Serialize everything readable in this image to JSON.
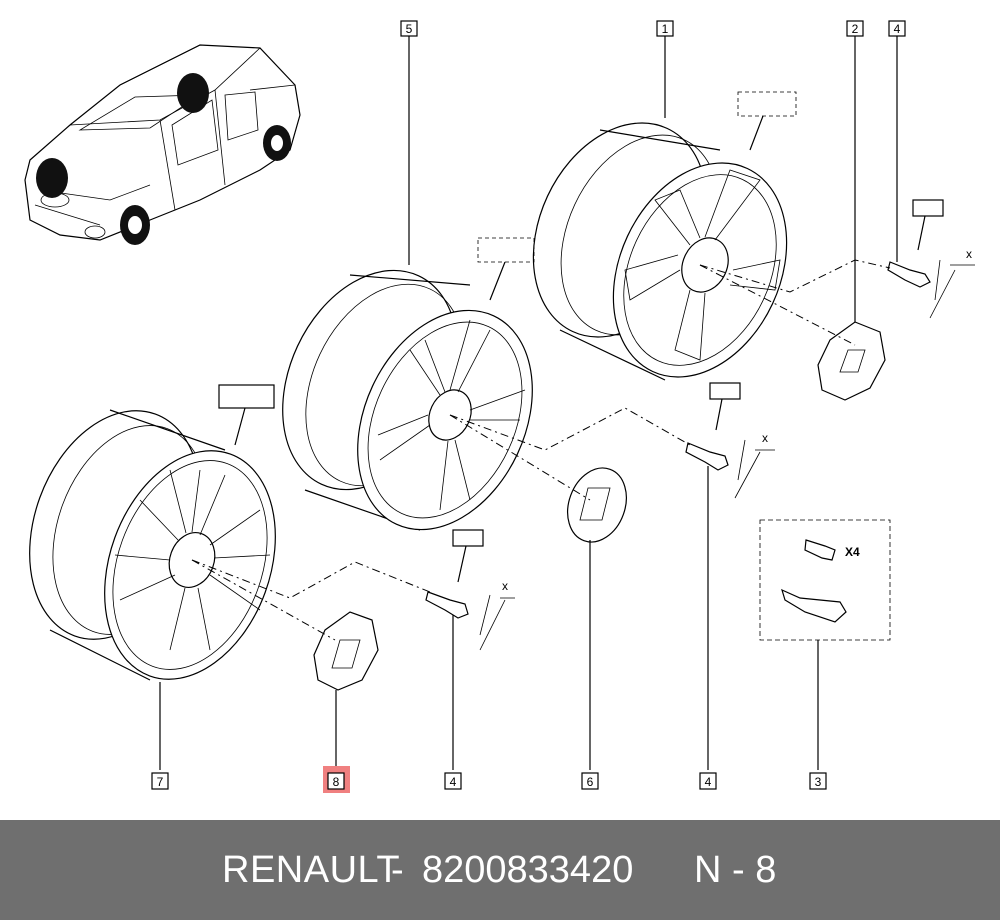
{
  "callouts": {
    "c1": "1",
    "c2": "2",
    "c3": "3",
    "c4a": "4",
    "c4b": "4",
    "c4c": "4",
    "c5": "5",
    "c6": "6",
    "c7": "7",
    "c8": "8"
  },
  "annotations": {
    "x_a": "x",
    "x_b": "x",
    "x_c": "x",
    "qty": "X4"
  },
  "highlight_color": "#f08080",
  "footer": {
    "brand": "RENAULT",
    "sep": "-",
    "part_number": "8200833420",
    "position": "N - 8"
  }
}
